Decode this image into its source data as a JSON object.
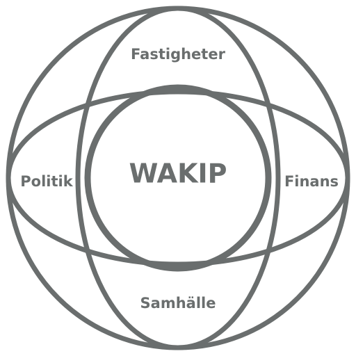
{
  "diagram": {
    "center_label": "WAKIP",
    "top_label": "Fastigheter",
    "left_label": "Politik",
    "right_label": "Finans",
    "bottom_label": "Samhälle"
  },
  "colors": {
    "stroke": "#6a6e6e",
    "text": "#6a6e6e",
    "background": "#ffffff"
  }
}
